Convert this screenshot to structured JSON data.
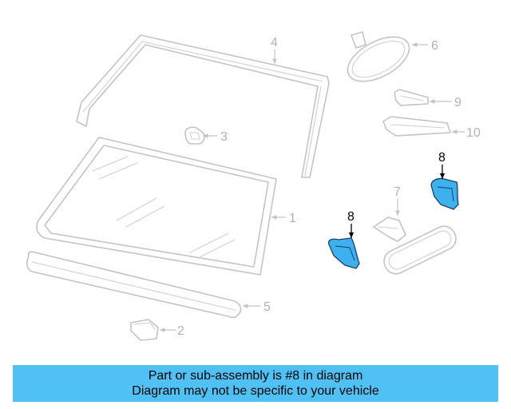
{
  "diagram": {
    "callouts": {
      "c1": "1",
      "c2": "2",
      "c3": "3",
      "c4": "4",
      "c5": "5",
      "c6": "6",
      "c7": "7",
      "c8a": "8",
      "c8b": "8",
      "c9": "9",
      "c10": "10"
    },
    "highlight_color": "#3db1ee"
  },
  "banner": {
    "line1": "Part or sub-assembly is #8 in diagram",
    "line2": "Diagram may not be specific to your vehicle",
    "background": "#4fc1f5"
  }
}
